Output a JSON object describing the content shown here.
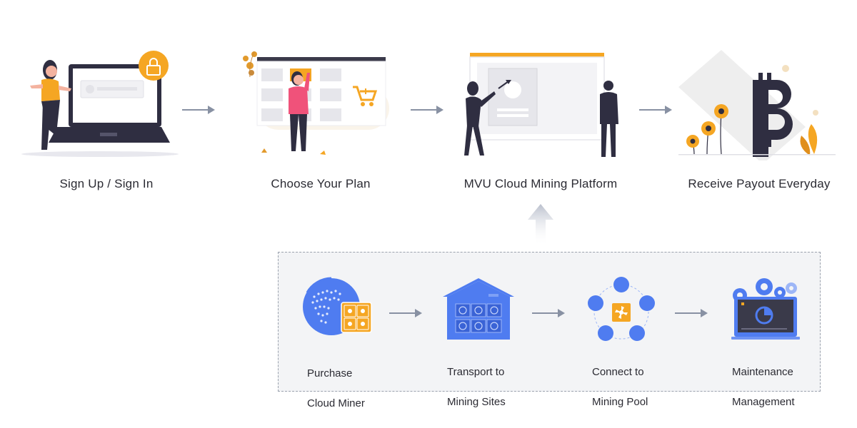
{
  "steps": [
    {
      "label": "Sign Up / Sign In",
      "icon": "login-laptop-icon"
    },
    {
      "label": "Choose Your Plan",
      "icon": "plan-board-icon"
    },
    {
      "label": "MVU Cloud Mining Platform",
      "icon": "platform-screen-icon"
    },
    {
      "label": "Receive Payout Everyday",
      "icon": "bitcoin-payout-icon"
    }
  ],
  "process": [
    {
      "line1": "Purchase",
      "line2": "Cloud Miner",
      "icon": "globe-miner-icon"
    },
    {
      "line1": "Transport to",
      "line2": "Mining Sites",
      "icon": "warehouse-icon"
    },
    {
      "line1": "Connect to",
      "line2": "Mining Pool",
      "icon": "mining-pool-icon"
    },
    {
      "line1": "Maintenance",
      "line2": "Management",
      "icon": "monitor-gears-icon"
    }
  ],
  "colors": {
    "accent_orange": "#f5a623",
    "accent_blue": "#4f7cf0",
    "figure_dark": "#2f2e41",
    "arrow_gray": "#8891a3"
  }
}
